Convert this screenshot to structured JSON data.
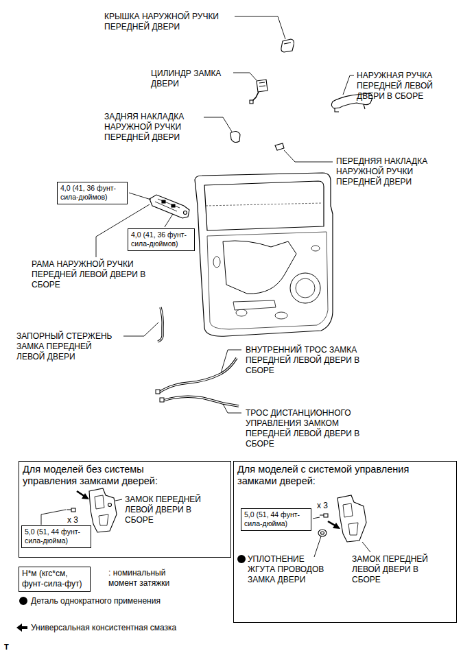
{
  "diagram": {
    "nodes": [
      {
        "text": [
          "4,0 (41, 36 фунт- сила-дюймов)"
        ]
      },
      {
        "text": [
          "4,0 (41, 36 фунт- сила-дюймов)"
        ]
      },
      {
        "text": [
          "Для моделей без системы управления замками дверей:"
        ]
      },
      {
        "text": [
          "5,0 (51, 44 фунт- сила-дюйма)"
        ],
        "in": 2
      },
      {
        "text": [
          "Для моделей с системой управления замками дверей:"
        ]
      },
      {
        "text": [
          "5,0 (51, 44 фунт- сила-дюйма)"
        ],
        "in": 4
      },
      {
        "text": [
          "Н*м (кгс*см, фунт-сила-фут)"
        ]
      }
    ],
    "labels": [
      "КРЫШКА НАРУЖНОЙ РУЧКИ ПЕРЕДНЕЙ ДВЕРИ",
      "ЦИЛИНДР ЗАМКА ДВЕРИ",
      "НАРУЖНАЯ РУЧКА ПЕРЕДНЕЙ ЛЕВОЙ ДВЕРИ В СБОРЕ",
      "ЗАДНЯЯ НАКЛАДКА НАРУЖНОЙ РУЧКИ ПЕРЕДНЕЙ ДВЕРИ",
      "ПЕРЕДНЯЯ НАКЛАДКА НАРУЖНОЙ РУЧКИ ПЕРЕДНЕЙ ДВЕРИ",
      "РАМА НАРУЖНОЙ РУЧКИ ПЕРЕДНЕЙ ЛЕВОЙ ДВЕРИ В СБОРЕ",
      "ЗАПОРНЫЙ СТЕРЖЕНЬ ЗАМКА ПЕРЕДНЕЙ ЛЕВОЙ ДВЕРИ",
      "ВНУТРЕННИЙ ТРОС ЗАМКА ПЕРЕДНЕЙ ЛЕВОЙ ДВЕРИ В СБОРЕ",
      "ТРОС ДИСТАНЦИОННОГО УПРАВЛЕНИЯ ЗАМКОМ ПЕРЕДНЕЙ ЛЕВОЙ ДВЕРИ В СБОРЕ",
      "x 3",
      "ЗАМОК ПЕРЕДНЕЙ ЛЕВОЙ ДВЕРИ В СБОРЕ",
      "x 3",
      "УПЛОТНЕНИЕ ЖГУТА ПРОВОДОВ ЗАМКА ДВЕРИ",
      "ЗАМОК ПЕРЕДНЕЙ ЛЕВОЙ ДВЕРИ В СБОРЕ",
      "T"
    ],
    "legend": [
      {
        "text": ": номинальный момент затяжки"
      },
      {
        "text": "Деталь однократного применения"
      },
      {
        "text": "Универсальная консистентная смазка"
      }
    ]
  }
}
